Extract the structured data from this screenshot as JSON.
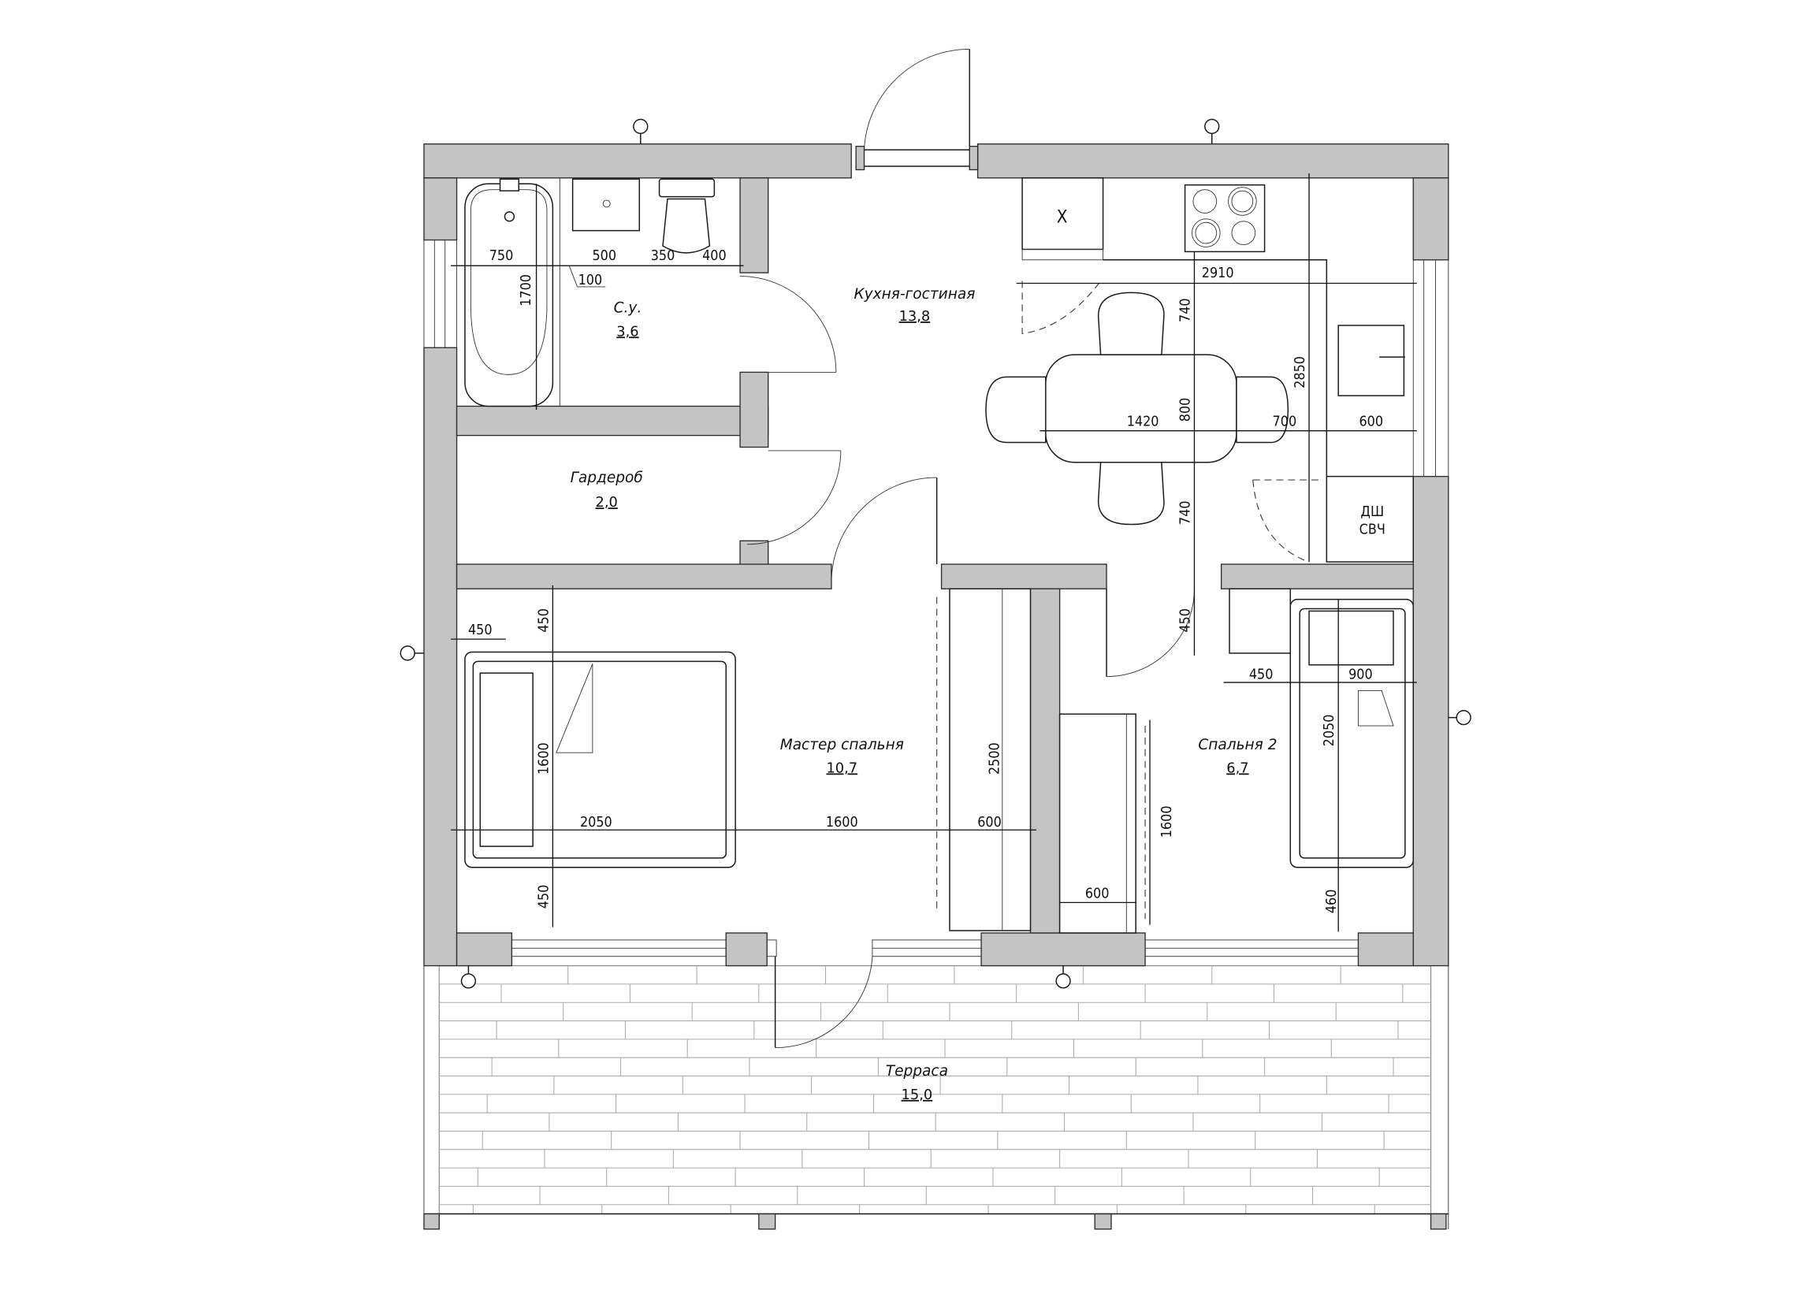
{
  "rooms": [
    {
      "name": "С.у.",
      "area": "3,6"
    },
    {
      "name": "Кухня-гостиная",
      "area": "13,8"
    },
    {
      "name": "Гардероб",
      "area": "2,0"
    },
    {
      "name": "Мастер спальня",
      "area": "10,7"
    },
    {
      "name": "Спальня 2",
      "area": "6,7"
    },
    {
      "name": "Терраса",
      "area": "15,0"
    }
  ],
  "appliances": {
    "fridge": "X",
    "dishwasher": "ДШ",
    "microwave": "СВЧ"
  },
  "dims": [
    "750",
    "500",
    "350",
    "400",
    "100",
    "1700",
    "2910",
    "740",
    "800",
    "740",
    "2850",
    "1420",
    "700",
    "600",
    "450",
    "450",
    "1600",
    "2050",
    "1600",
    "600",
    "450",
    "2500",
    "450",
    "450",
    "900",
    "2050",
    "1600",
    "600",
    "460"
  ],
  "colors": {
    "wall": "#c4c4c4",
    "line": "#1a1a1a"
  }
}
